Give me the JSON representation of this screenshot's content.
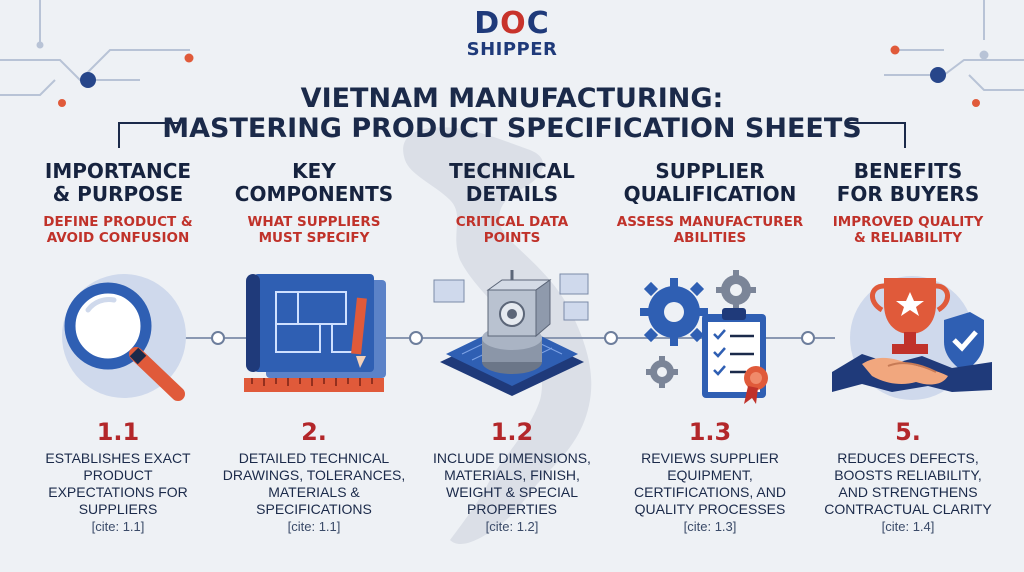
{
  "logo": {
    "doc_part1": "D",
    "doc_o": "O",
    "doc_part2": "C",
    "shipper": "SHIPPER"
  },
  "title": {
    "line1": "VIETNAM MANUFACTURING:",
    "line2": "MASTERING PRODUCT SPECIFICATION SHEETS"
  },
  "columns": [
    {
      "heading": [
        "IMPORTANCE",
        "& PURPOSE"
      ],
      "subheading": [
        "DEFINE PRODUCT &",
        "AVOID CONFUSION"
      ],
      "number": "1.1",
      "description": [
        "ESTABLISHES EXACT",
        "PRODUCT",
        "EXPECTATIONS FOR",
        "SUPPLIERS"
      ],
      "cite": "[cite: 1.1]",
      "icon": "magnifying-glass-icon"
    },
    {
      "heading": [
        "KEY",
        "COMPONENTS"
      ],
      "subheading": [
        "WHAT SUPPLIERS",
        "MUST SPECIFY"
      ],
      "number": "2.",
      "description": [
        "DETAILED TECHNICAL",
        "DRAWINGS, TOLERANCES,",
        "MATERIALS &",
        "SPECIFICATIONS"
      ],
      "cite": "[cite: 1.1]",
      "icon": "blueprint-icon"
    },
    {
      "heading": [
        "TECHNICAL",
        "DETAILS"
      ],
      "subheading": [
        "CRITICAL DATA",
        "POINTS"
      ],
      "number": "1.2",
      "description": [
        "INCLUDE DIMENSIONS,",
        "MATERIALS, FINISH,",
        "WEIGHT & SPECIAL",
        "PROPERTIES"
      ],
      "cite": "[cite: 1.2]",
      "icon": "machine-part-icon"
    },
    {
      "heading": [
        "SUPPLIER",
        "QUALIFICATION"
      ],
      "subheading": [
        "ASSESS MANUFACTURER",
        "ABILITIES"
      ],
      "number": "1.3",
      "description": [
        "REVIEWS SUPPLIER",
        "EQUIPMENT,",
        "CERTIFICATIONS, AND",
        "QUALITY PROCESSES"
      ],
      "cite": "[cite: 1.3]",
      "icon": "gears-checklist-icon"
    },
    {
      "heading": [
        "BENEFITS",
        "FOR BUYERS"
      ],
      "subheading": [
        "IMPROVED QUALITY",
        "& RELIABILITY"
      ],
      "number": "5.",
      "description": [
        "REDUCES DEFECTS,",
        "BOOSTS RELIABILITY,",
        "AND STRENGTHENS",
        "CONTRACTUAL CLARITY"
      ],
      "cite": "[cite: 1.4]",
      "icon": "trophy-handshake-icon"
    }
  ],
  "colors": {
    "navy": "#1b2a4a",
    "red": "#c0322a",
    "blue": "#2f5fb3",
    "orange": "#e05a3a"
  }
}
